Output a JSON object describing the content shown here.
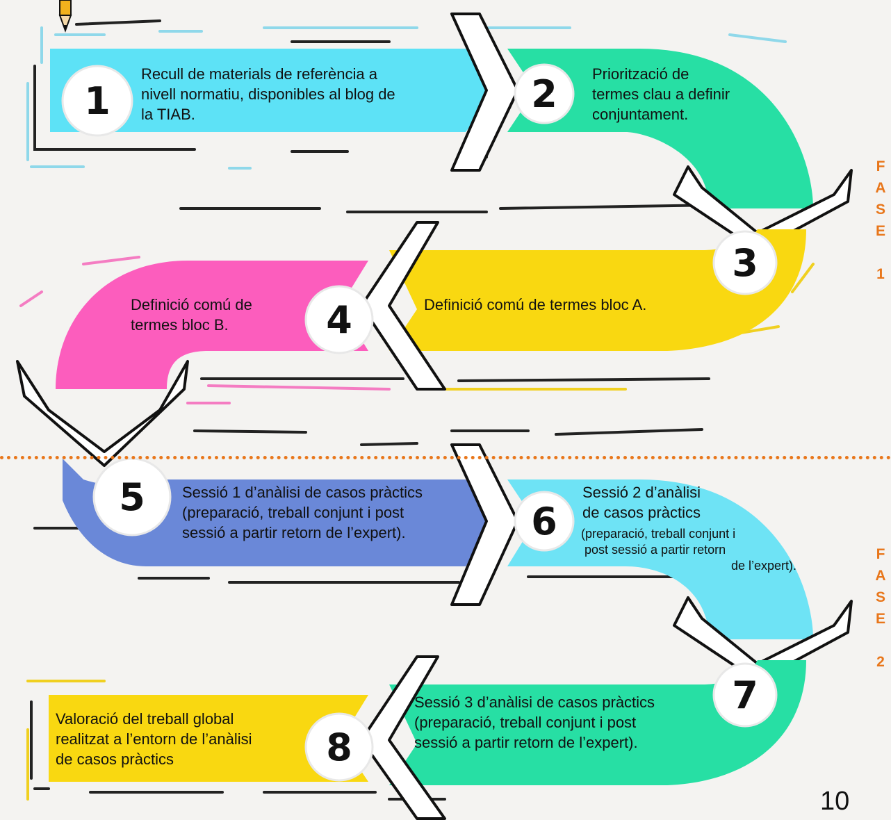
{
  "colors": {
    "cyan": "#5de2f6",
    "green": "#27dfa4",
    "yellow": "#f9d811",
    "pink": "#fc5dbd",
    "periwinkle": "#6a88d8",
    "light_cyan": "#6ee3f5",
    "fase_orange": "#e8761a",
    "outline": "#111111"
  },
  "steps": [
    {
      "number": "1",
      "lines": [
        "Recull de materials de referència a",
        "nivell normatiu, disponibles al blog de",
        "la TIAB."
      ]
    },
    {
      "number": "2",
      "lines": [
        "Priorització de",
        "termes clau a definir",
        "conjuntament."
      ]
    },
    {
      "number": "3",
      "lines": [
        "Definició comú de termes bloc A."
      ]
    },
    {
      "number": "4",
      "lines": [
        "Definició comú de",
        "termes bloc B."
      ]
    },
    {
      "number": "5",
      "lines": [
        "Sessió 1 d’anàlisi de casos pràctics",
        "(preparació, treball conjunt i post",
        "sessió a partir retorn de l’expert)."
      ]
    },
    {
      "number": "6",
      "lines": [
        "Sessió 2 d’anàlisi",
        "de casos pràctics"
      ],
      "small_lines": [
        "(preparació, treball conjunt i",
        " post sessió a partir retorn",
        "de l’expert)."
      ]
    },
    {
      "number": "7",
      "lines": [
        "Sessió 3 d’anàlisi de casos pràctics",
        "(preparació, treball conjunt i post",
        "sessió a partir retorn de l’expert)."
      ]
    },
    {
      "number": "8",
      "lines": [
        "Valoració del treball global",
        "realitzat a l’entorn de l’anàlisi",
        "de casos pràctics"
      ]
    }
  ],
  "phases": [
    {
      "letters": [
        "F",
        "A",
        "S",
        "E"
      ],
      "number": "1"
    },
    {
      "letters": [
        "F",
        "A",
        "S",
        "E"
      ],
      "number": "2"
    }
  ],
  "page_number": "10"
}
